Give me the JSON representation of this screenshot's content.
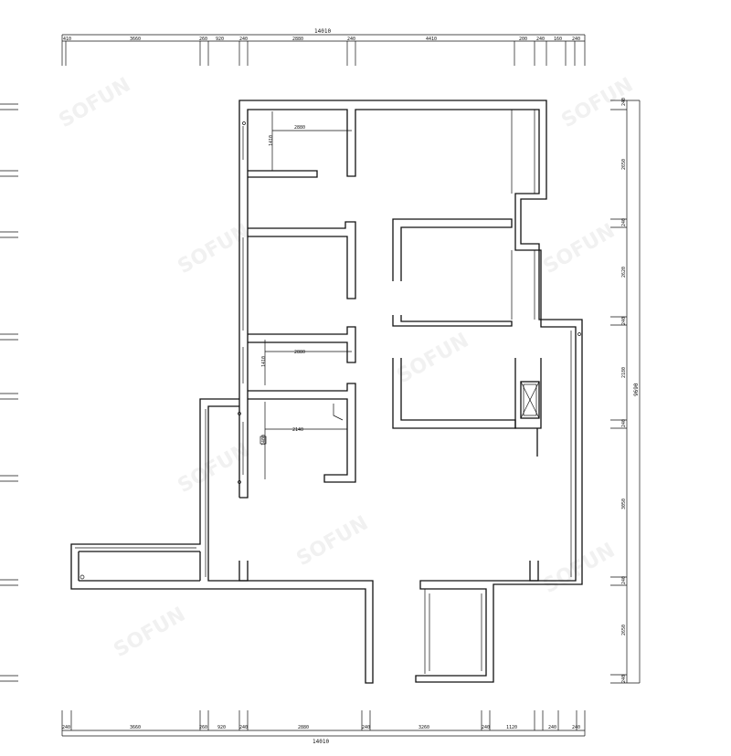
{
  "drawing": {
    "top_dims": {
      "total": "14010",
      "segments": [
        "410",
        "3660",
        "260",
        "920",
        "240",
        "2880",
        "240",
        "4410",
        "200",
        "240",
        "160",
        "240"
      ]
    },
    "bottom_dims": {
      "total": "14010",
      "segments": [
        "240",
        "3660",
        "260",
        "920",
        "240",
        "2880",
        "240",
        "3260",
        "240",
        "1120",
        "240",
        "240"
      ]
    },
    "right_dims": {
      "total": "9690",
      "segments": [
        "240",
        "2650",
        "240",
        "2620",
        "240",
        "2180",
        "240",
        "3050",
        "240",
        "2650",
        "240"
      ]
    },
    "room_dims": [
      {
        "id": "r1-width",
        "text": "2880"
      },
      {
        "id": "r1-depth",
        "text": "1410"
      },
      {
        "id": "r2-width",
        "text": "2880"
      },
      {
        "id": "r2-depth",
        "text": "1410"
      },
      {
        "id": "r3-width",
        "text": "2140"
      },
      {
        "id": "r3-depth",
        "text": "1400"
      }
    ],
    "watermark": "SOFUN"
  }
}
